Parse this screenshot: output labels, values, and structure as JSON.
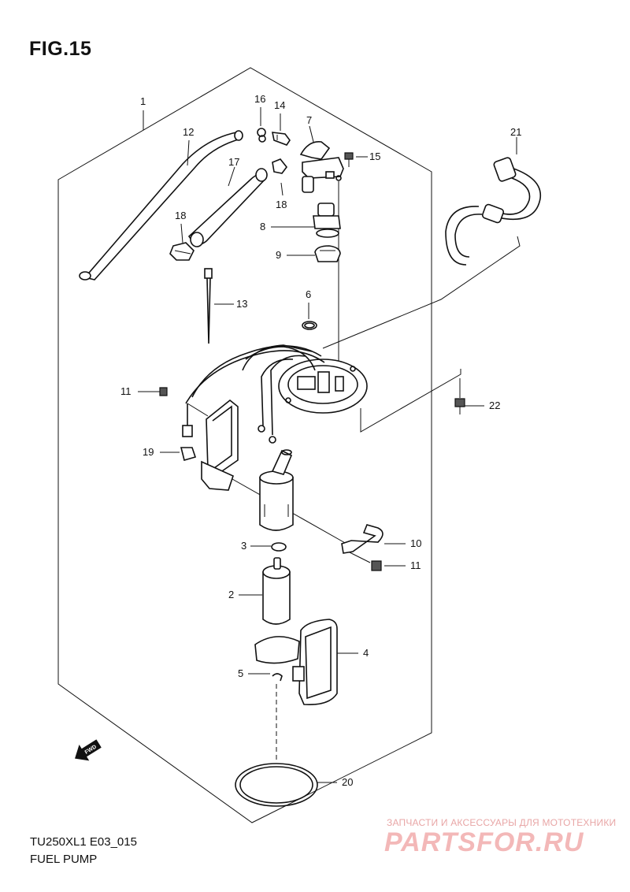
{
  "figure_title": "FIG.15",
  "footer": {
    "model_code": "TU250XL1 E03_015",
    "diagram_name": "FUEL PUMP"
  },
  "watermark": {
    "caption": "ЗАПЧАСТИ И АКСЕССУАРЫ ДЛЯ МОТОТЕХНИКИ",
    "logo_text": "PARTSFOR.RU"
  },
  "direction_marker": "FWD",
  "callouts": {
    "c1": "1",
    "c2": "2",
    "c3": "3",
    "c4": "4",
    "c5": "5",
    "c6": "6",
    "c7": "7",
    "c8": "8",
    "c9": "9",
    "c10": "10",
    "c11a": "11",
    "c11b": "11",
    "c12": "12",
    "c13": "13",
    "c14": "14",
    "c15": "15",
    "c16": "16",
    "c17": "17",
    "c18a": "18",
    "c18b": "18",
    "c19": "19",
    "c20": "20",
    "c21": "21",
    "c22": "22"
  }
}
